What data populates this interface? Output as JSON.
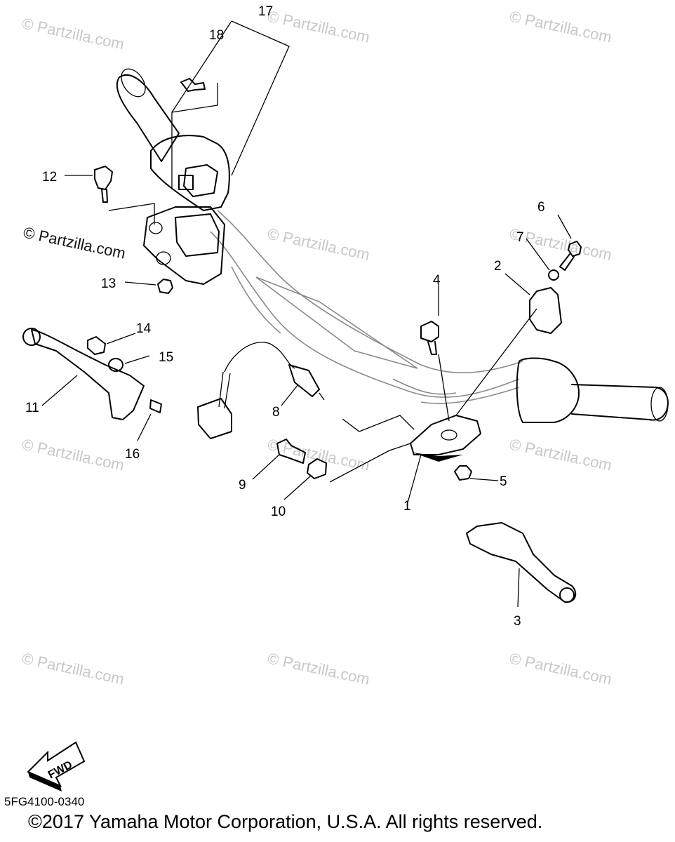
{
  "diagram": {
    "callouts": [
      "1",
      "2",
      "3",
      "4",
      "5",
      "6",
      "7",
      "8",
      "9",
      "10",
      "11",
      "12",
      "13",
      "14",
      "15",
      "16",
      "17",
      "18"
    ],
    "watermark": "© Partzilla.com",
    "fwd_label": "FWD",
    "doc_code": "5FG4100-0340",
    "copyright": "©2017 Yamaha Motor Corporation, U.S.A. All rights reserved."
  }
}
